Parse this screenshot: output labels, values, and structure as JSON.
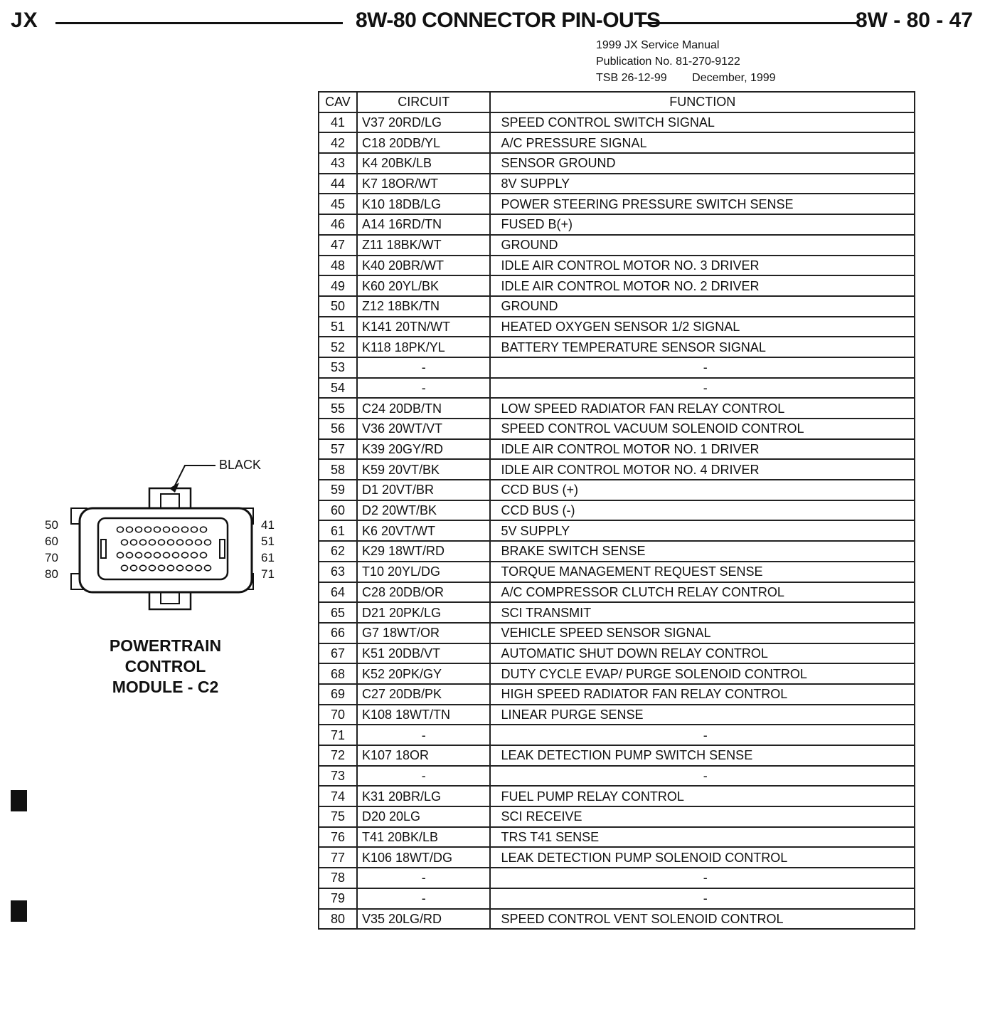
{
  "header": {
    "left": "JX",
    "title": "8W-80 CONNECTOR PIN-OUTS",
    "page": "8W - 80 - 47"
  },
  "publication": {
    "line1": "1999 JX Service Manual",
    "line2": "Publication No. 81-270-9122",
    "line3": "TSB 26-12-99        December, 1999"
  },
  "connector": {
    "color_label": "BLACK",
    "left_pins": [
      "50",
      "60",
      "70",
      "80"
    ],
    "right_pins": [
      "41",
      "51",
      "61",
      "71"
    ],
    "caption_line1": "POWERTRAIN",
    "caption_line2": "CONTROL",
    "caption_line3": "MODULE - C2"
  },
  "table": {
    "headers": {
      "cav": "CAV",
      "circuit": "CIRCUIT",
      "function": "FUNCTION"
    },
    "rows": [
      {
        "cav": "41",
        "circuit": "V37 20RD/LG",
        "function": "SPEED CONTROL SWITCH SIGNAL"
      },
      {
        "cav": "42",
        "circuit": "C18 20DB/YL",
        "function": "A/C PRESSURE SIGNAL"
      },
      {
        "cav": "43",
        "circuit": "K4 20BK/LB",
        "function": "SENSOR GROUND"
      },
      {
        "cav": "44",
        "circuit": "K7 18OR/WT",
        "function": "8V SUPPLY"
      },
      {
        "cav": "45",
        "circuit": "K10 18DB/LG",
        "function": "POWER STEERING PRESSURE SWITCH SENSE"
      },
      {
        "cav": "46",
        "circuit": "A14 16RD/TN",
        "function": "FUSED B(+)"
      },
      {
        "cav": "47",
        "circuit": "Z11 18BK/WT",
        "function": "GROUND"
      },
      {
        "cav": "48",
        "circuit": "K40 20BR/WT",
        "function": "IDLE AIR CONTROL MOTOR NO. 3 DRIVER"
      },
      {
        "cav": "49",
        "circuit": "K60 20YL/BK",
        "function": "IDLE AIR CONTROL MOTOR NO. 2 DRIVER"
      },
      {
        "cav": "50",
        "circuit": "Z12 18BK/TN",
        "function": "GROUND"
      },
      {
        "cav": "51",
        "circuit": "K141 20TN/WT",
        "function": "HEATED OXYGEN SENSOR 1/2 SIGNAL"
      },
      {
        "cav": "52",
        "circuit": "K118 18PK/YL",
        "function": "BATTERY TEMPERATURE SENSOR SIGNAL"
      },
      {
        "cav": "53",
        "circuit": "-",
        "function": "-"
      },
      {
        "cav": "54",
        "circuit": "-",
        "function": "-"
      },
      {
        "cav": "55",
        "circuit": "C24 20DB/TN",
        "function": "LOW SPEED RADIATOR FAN RELAY CONTROL"
      },
      {
        "cav": "56",
        "circuit": "V36 20WT/VT",
        "function": "SPEED CONTROL VACUUM SOLENOID CONTROL"
      },
      {
        "cav": "57",
        "circuit": "K39 20GY/RD",
        "function": "IDLE AIR CONTROL MOTOR NO. 1 DRIVER"
      },
      {
        "cav": "58",
        "circuit": "K59 20VT/BK",
        "function": "IDLE AIR CONTROL MOTOR NO. 4 DRIVER"
      },
      {
        "cav": "59",
        "circuit": "D1 20VT/BR",
        "function": "CCD BUS (+)"
      },
      {
        "cav": "60",
        "circuit": "D2 20WT/BK",
        "function": "CCD BUS (-)"
      },
      {
        "cav": "61",
        "circuit": "K6 20VT/WT",
        "function": "5V SUPPLY"
      },
      {
        "cav": "62",
        "circuit": "K29 18WT/RD",
        "function": "BRAKE SWITCH SENSE"
      },
      {
        "cav": "63",
        "circuit": "T10 20YL/DG",
        "function": "TORQUE MANAGEMENT REQUEST SENSE"
      },
      {
        "cav": "64",
        "circuit": "C28 20DB/OR",
        "function": "A/C COMPRESSOR CLUTCH RELAY CONTROL"
      },
      {
        "cav": "65",
        "circuit": "D21 20PK/LG",
        "function": "SCI TRANSMIT"
      },
      {
        "cav": "66",
        "circuit": "G7 18WT/OR",
        "function": "VEHICLE SPEED SENSOR SIGNAL"
      },
      {
        "cav": "67",
        "circuit": "K51 20DB/VT",
        "function": "AUTOMATIC SHUT DOWN RELAY CONTROL"
      },
      {
        "cav": "68",
        "circuit": "K52 20PK/GY",
        "function": "DUTY CYCLE EVAP/ PURGE SOLENOID CONTROL"
      },
      {
        "cav": "69",
        "circuit": "C27 20DB/PK",
        "function": "HIGH SPEED RADIATOR FAN RELAY CONTROL"
      },
      {
        "cav": "70",
        "circuit": "K108 18WT/TN",
        "function": "LINEAR PURGE SENSE"
      },
      {
        "cav": "71",
        "circuit": "-",
        "function": "-"
      },
      {
        "cav": "72",
        "circuit": "K107 18OR",
        "function": "LEAK DETECTION PUMP SWITCH SENSE"
      },
      {
        "cav": "73",
        "circuit": "-",
        "function": "-"
      },
      {
        "cav": "74",
        "circuit": "K31 20BR/LG",
        "function": "FUEL PUMP RELAY CONTROL"
      },
      {
        "cav": "75",
        "circuit": "D20 20LG",
        "function": "SCI RECEIVE"
      },
      {
        "cav": "76",
        "circuit": "T41 20BK/LB",
        "function": "TRS T41 SENSE"
      },
      {
        "cav": "77",
        "circuit": "K106 18WT/DG",
        "function": "LEAK DETECTION PUMP SOLENOID CONTROL"
      },
      {
        "cav": "78",
        "circuit": "-",
        "function": "-"
      },
      {
        "cav": "79",
        "circuit": "-",
        "function": "-"
      },
      {
        "cav": "80",
        "circuit": "V35 20LG/RD",
        "function": "SPEED CONTROL VENT SOLENOID CONTROL"
      }
    ]
  }
}
